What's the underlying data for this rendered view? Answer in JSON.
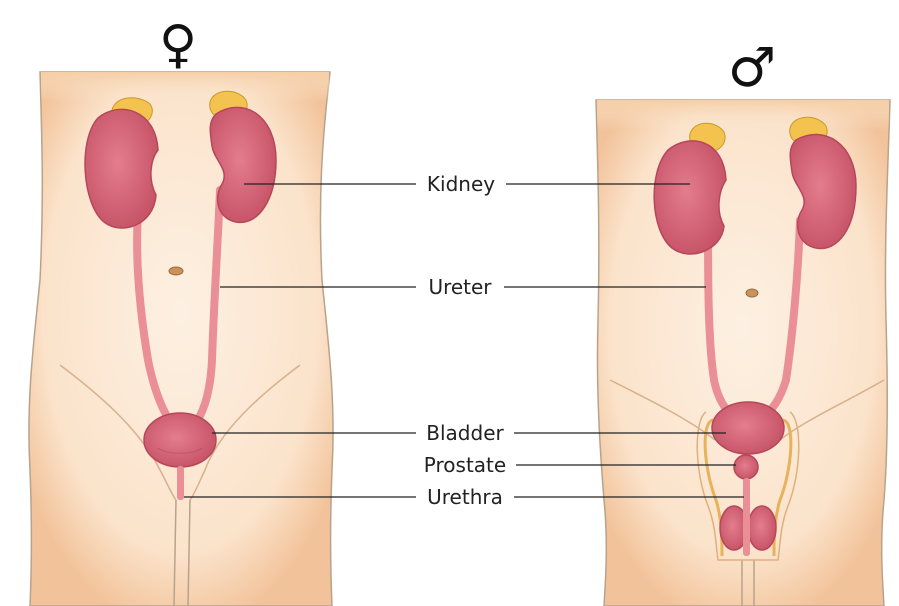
{
  "symbols": {
    "female": "♀",
    "male": "♂"
  },
  "labels": {
    "kidney": "Kidney",
    "ureter": "Ureter",
    "bladder": "Bladder",
    "prostate": "Prostate",
    "urethra": "Urethra"
  },
  "colors": {
    "skin_light": "#fbe7d2",
    "skin_dark": "#f3c69d",
    "outline": "#b9a28c",
    "organ": "#d9687a",
    "organ_dark": "#b6475b",
    "tube": "#ea8f96",
    "adrenal": "#f4c24f",
    "leader": "#222222"
  }
}
